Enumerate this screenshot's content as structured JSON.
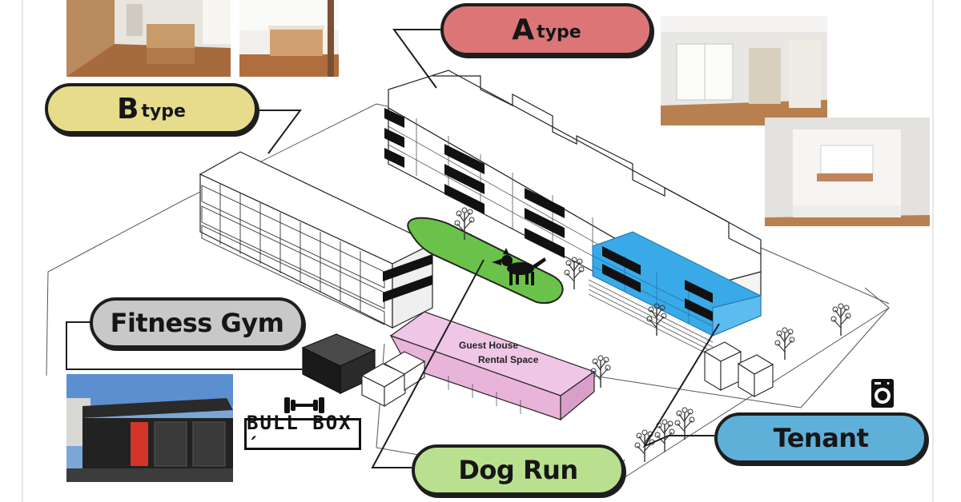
{
  "labels": {
    "a_type": {
      "main": "A",
      "sub": "type"
    },
    "b_type": {
      "main": "B",
      "sub": "type"
    },
    "fitness_gym": "Fitness Gym",
    "dog_run": "Dog Run",
    "tenant": "Tenant",
    "guest_house": {
      "line1": "Guest House",
      "line2": "Rental Space"
    },
    "brand": "BULL BOX´"
  },
  "colors": {
    "a_type": "#dc7676",
    "b_type": "#e6dc8c",
    "fitness_gym": "#c8c8c8",
    "dog_run": "#b9e08f",
    "tenant": "#5fb0d8",
    "dog_run_area": "#6bc24a",
    "tenant_block": "#39a9e8",
    "guest_house_roof": "#f0c6e6"
  },
  "icons": [
    "dog-icon",
    "dumbbell-icon",
    "washing-machine-icon",
    "tree-icon"
  ]
}
